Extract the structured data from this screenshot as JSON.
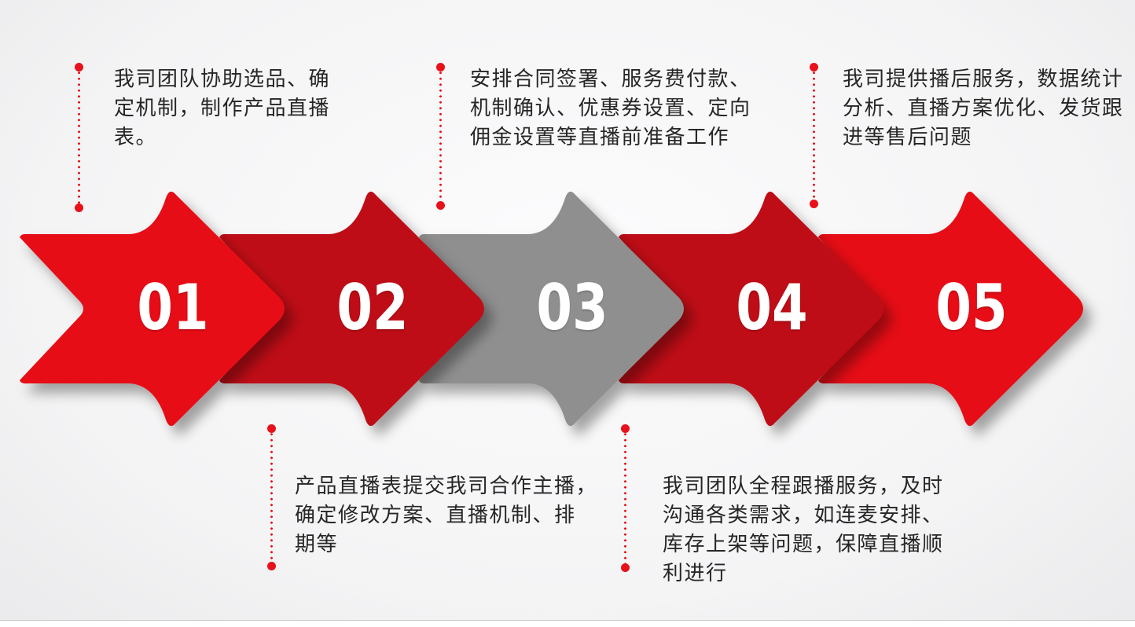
{
  "slide": {
    "accent": "#e8111a",
    "background": "#f4f4f5",
    "edge_line": "#c8c8c8",
    "number_color": "#ffffff"
  },
  "steps": [
    {
      "number": "01",
      "color": "#e60c13"
    },
    {
      "number": "02",
      "color": "#be0d15"
    },
    {
      "number": "03",
      "color": "#8f8f8f"
    },
    {
      "number": "04",
      "color": "#be0d15"
    },
    {
      "number": "05",
      "color": "#e60c13"
    }
  ],
  "annotations": {
    "step1": {
      "lines": [
        "我司团队协助选品、确",
        "定机制，制作产品直播",
        "表。"
      ]
    },
    "step2": {
      "lines": [
        "产品直播表提交我司合作主播，",
        "确定修改方案、直播机制、排",
        "期等"
      ]
    },
    "step3": {
      "lines": [
        "安排合同签署、服务费付款、",
        "机制确认、优惠券设置、定向",
        "佣金设置等直播前准备工作"
      ]
    },
    "step4": {
      "lines": [
        "我司团队全程跟播服务，及时",
        "沟通各类需求，如连麦安排、",
        "库存上架等问题，保障直播顺",
        "利进行"
      ]
    },
    "step5": {
      "lines": [
        "我司提供播后服务，数据统计",
        "分析、直播方案优化、发货跟",
        "进等售后问题"
      ]
    }
  }
}
